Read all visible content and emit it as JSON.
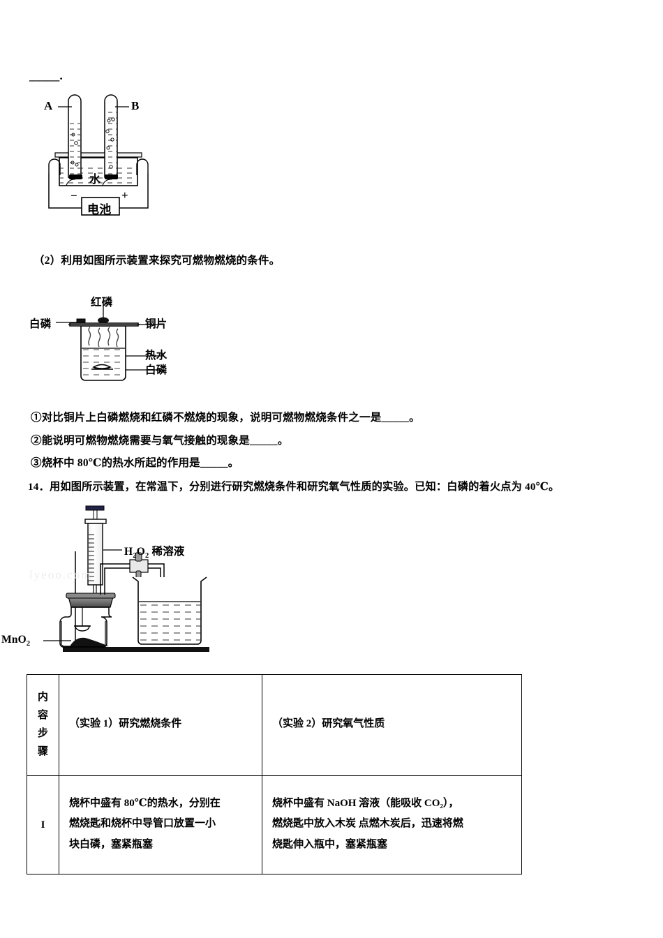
{
  "page": {
    "leading_blank_answer": "_____.",
    "watermark": "lyeoo.com"
  },
  "figure_electrolysis": {
    "label_a": "A",
    "label_b": "B",
    "label_water": "水",
    "label_battery": "电池",
    "label_minus": "−",
    "label_plus": "+"
  },
  "question_2": {
    "text": "（2）利用如图所示装置来探究可燃物燃烧的条件。"
  },
  "figure_combustion": {
    "label_red_phosphorus": "红磷",
    "label_white_phosphorus_top": "白磷",
    "label_copper_sheet": "铜片",
    "label_hot_water": "热水",
    "label_white_phosphorus_bottom": "白磷"
  },
  "sub_questions": [
    "①对比铜片上白磷燃烧和红磷不燃烧的现象，说明可燃物燃烧条件之一是_____。",
    "②能说明可燃物燃烧需要与氧气接触的现象是_____。",
    "③烧杯中 80℃的热水所起的作用是_____。"
  ],
  "question_14": {
    "text": "14．用如图所示装置，在常温下，分别进行研究燃烧条件和研究氧气性质的实验。已知：白磷的着火点为 40℃。"
  },
  "figure_oxygen": {
    "label_h2o2": "H2O2 稀溶液",
    "label_h2o2_parts": {
      "h": "H",
      "two_a": "2",
      "o": "O",
      "two_b": "2",
      "rest": " 稀溶液"
    },
    "label_mno2": "MnO2",
    "label_mno2_parts": {
      "mn": "MnO",
      "two": "2"
    }
  },
  "table": {
    "row_header_label": [
      "内",
      "容",
      "步",
      "骤"
    ],
    "columns": [
      "（实验 1）研究燃烧条件",
      "（实验 2）研究氧气性质"
    ],
    "rows": [
      {
        "label": "I",
        "cells": [
          "烧杯中盛有 80℃的热水，分别在燃烧匙和烧杯中导管口放置一小块白磷，塞紧瓶塞",
          "烧杯中盛有 NaOH 溶液（能吸收 CO2），燃烧匙中放入木炭 点燃木炭后，迅速将燃烧匙伸入瓶中，塞紧瓶塞"
        ],
        "cell_lines": [
          [
            "烧杯中盛有 80℃的热水，分别在",
            "燃烧匙和烧杯中导管口放置一小",
            "块白磷，塞紧瓶塞"
          ],
          [
            "烧杯中盛有 NaOH 溶液（能吸收 CO₂），",
            "燃烧匙中放入木炭 点燃木炭后，迅速将燃",
            "烧匙伸入瓶中，塞紧瓶塞"
          ]
        ]
      }
    ]
  },
  "colors": {
    "ink": "#000000",
    "paper": "#ffffff",
    "watermark": "#ededed"
  }
}
